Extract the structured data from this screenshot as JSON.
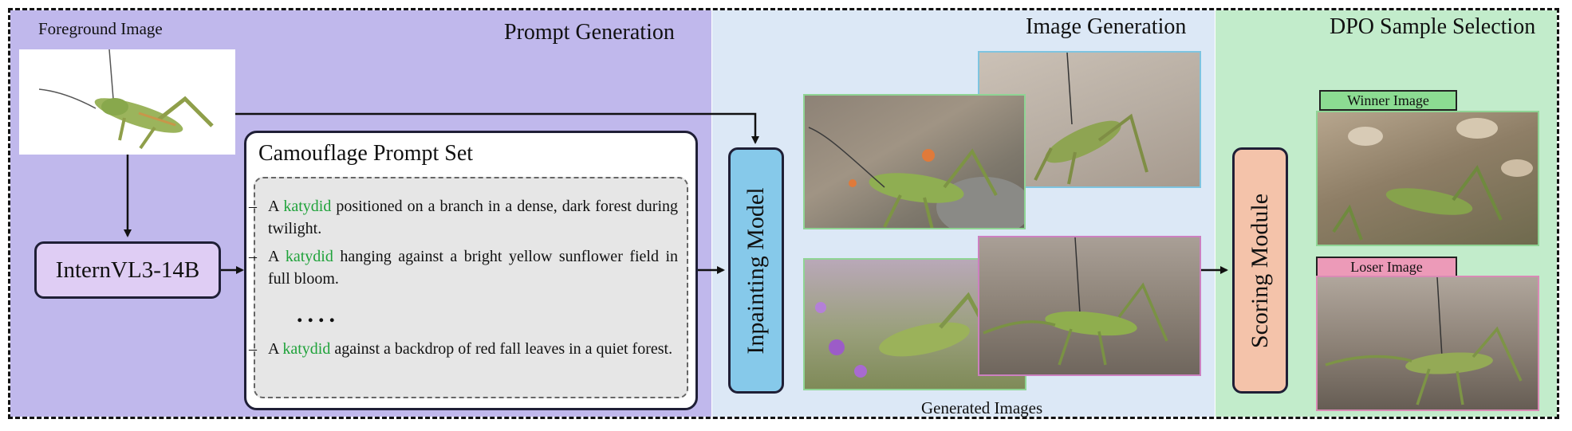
{
  "sections": {
    "prompt_generation": "Prompt Generation",
    "image_generation": "Image Generation",
    "dpo_selection": "DPO Sample Selection"
  },
  "foreground_label": "Foreground Image",
  "vlm_label": "InternVL3-14B",
  "prompt_set": {
    "title": "Camouflage Prompt Set",
    "dash": "–",
    "ellipsis": "....",
    "items": [
      {
        "pre": "A",
        "subject": "katydid",
        "post": "positioned on a branch in a dense, dark forest during twilight."
      },
      {
        "pre": "A",
        "subject": "katydid",
        "post": "hanging against a bright yellow sunflower field in full bloom."
      },
      {
        "pre": "A",
        "subject": "katydid",
        "post": "against a backdrop of red fall leaves in a quiet forest."
      }
    ]
  },
  "inpainting_label": "Inpainting Model",
  "generated_label": "Generated Images",
  "scoring_label": "Scoring Module",
  "winner_label": "Winner Image",
  "loser_label": "Loser Image",
  "colors": {
    "prompt_bg": "#c0b8ec",
    "image_bg": "#dce8f6",
    "dpo_bg": "#c2eccb",
    "vlm_fill": "#dfcdf4",
    "inpaint_fill": "#86c9ea",
    "scoring_fill": "#f4c3aa",
    "keyword": "#1fa23a",
    "winner_tag": "#8cdc92",
    "loser_tag": "#ec9ab8"
  }
}
